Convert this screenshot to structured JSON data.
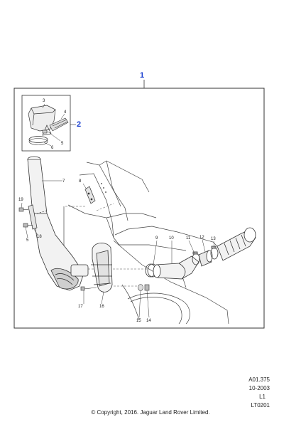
{
  "callouts": {
    "assembly": "1",
    "kit": "2"
  },
  "part_numbers": [
    "3",
    "4",
    "5",
    "6",
    "7",
    "8",
    "19",
    "18",
    "5",
    "9",
    "10",
    "11",
    "12",
    "13",
    "17",
    "16",
    "15",
    "14"
  ],
  "reference": {
    "code": "A01.375",
    "date": "10-2003",
    "level": "L1",
    "drawing": "LT0201"
  },
  "copyright": "© Copyright, 2016. Jaguar Land Rover Limited.",
  "colors": {
    "callout": "#1a3fd0",
    "line": "#333333"
  }
}
